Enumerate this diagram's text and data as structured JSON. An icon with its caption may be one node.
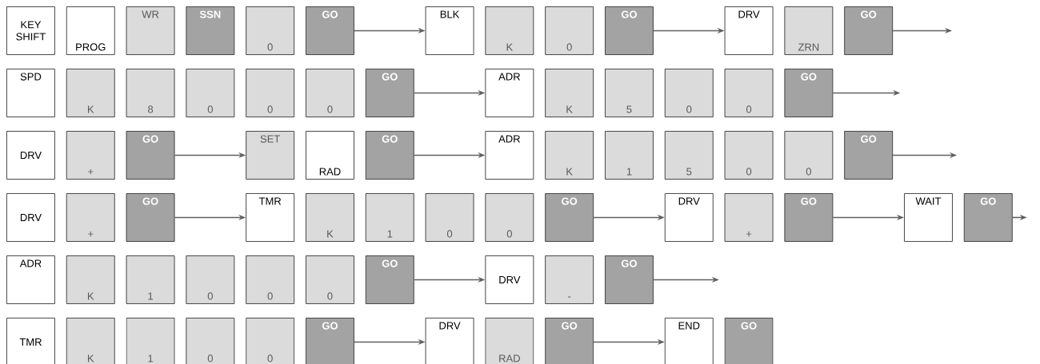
{
  "diagram": {
    "nodes": [
      {
        "text": [
          "KEY SHIFT"
        ]
      },
      {
        "text": [
          "PROG"
        ]
      },
      {
        "text": [
          "WR"
        ]
      },
      {
        "text": [
          "SSN"
        ]
      },
      {
        "text": [
          "0"
        ]
      },
      {
        "text": [
          "GO"
        ]
      },
      {
        "text": [
          "BLK"
        ]
      },
      {
        "text": [
          "K"
        ]
      },
      {
        "text": [
          "0"
        ]
      },
      {
        "text": [
          "GO"
        ]
      },
      {
        "text": [
          "DRV"
        ]
      },
      {
        "text": [
          "ZRN"
        ]
      },
      {
        "text": [
          "GO"
        ]
      },
      {
        "text": [
          "SPD"
        ]
      },
      {
        "text": [
          "K"
        ]
      },
      {
        "text": [
          "8"
        ]
      },
      {
        "text": [
          "0"
        ]
      },
      {
        "text": [
          "0"
        ]
      },
      {
        "text": [
          "0"
        ]
      },
      {
        "text": [
          "GO"
        ]
      },
      {
        "text": [
          "ADR"
        ]
      },
      {
        "text": [
          "K"
        ]
      },
      {
        "text": [
          "5"
        ]
      },
      {
        "text": [
          "0"
        ]
      },
      {
        "text": [
          "0"
        ]
      },
      {
        "text": [
          "GO"
        ]
      },
      {
        "text": [
          "DRV"
        ]
      },
      {
        "text": [
          "+"
        ]
      },
      {
        "text": [
          "GO"
        ]
      },
      {
        "text": [
          "SET"
        ]
      },
      {
        "text": [
          "RAD"
        ]
      },
      {
        "text": [
          "GO"
        ]
      },
      {
        "text": [
          "ADR"
        ]
      },
      {
        "text": [
          "K"
        ]
      },
      {
        "text": [
          "1"
        ]
      },
      {
        "text": [
          "5"
        ]
      },
      {
        "text": [
          "0"
        ]
      },
      {
        "text": [
          "0"
        ]
      },
      {
        "text": [
          "GO"
        ]
      },
      {
        "text": [
          "DRV"
        ]
      },
      {
        "text": [
          "+"
        ]
      },
      {
        "text": [
          "GO"
        ]
      },
      {
        "text": [
          "TMR"
        ]
      },
      {
        "text": [
          "K"
        ]
      },
      {
        "text": [
          "1"
        ]
      },
      {
        "text": [
          "0"
        ]
      },
      {
        "text": [
          "0"
        ]
      },
      {
        "text": [
          "GO"
        ]
      },
      {
        "text": [
          "DRV"
        ]
      },
      {
        "text": [
          "+"
        ]
      },
      {
        "text": [
          "GO"
        ]
      },
      {
        "text": [
          "WAIT"
        ]
      },
      {
        "text": [
          "GO"
        ]
      },
      {
        "text": [
          "ADR"
        ]
      },
      {
        "text": [
          "K"
        ]
      },
      {
        "text": [
          "1"
        ]
      },
      {
        "text": [
          "0"
        ]
      },
      {
        "text": [
          "0"
        ]
      },
      {
        "text": [
          "0"
        ]
      },
      {
        "text": [
          "GO"
        ]
      },
      {
        "text": [
          "DRV"
        ]
      },
      {
        "text": [
          "-"
        ]
      },
      {
        "text": [
          "GO"
        ]
      },
      {
        "text": [
          "TMR"
        ]
      },
      {
        "text": [
          "K"
        ]
      },
      {
        "text": [
          "1"
        ]
      },
      {
        "text": [
          "0"
        ]
      },
      {
        "text": [
          "0"
        ]
      },
      {
        "text": [
          "GO"
        ]
      },
      {
        "text": [
          "DRV"
        ]
      },
      {
        "text": [
          "RAD"
        ]
      },
      {
        "text": [
          "GO"
        ]
      },
      {
        "text": [
          "END"
        ]
      },
      {
        "text": [
          "GO"
        ]
      }
    ],
    "edges": [
      {
        "from": 5,
        "to": 6,
        "arrow": "to"
      },
      {
        "from": 9,
        "to": 10,
        "arrow": "to"
      },
      {
        "from": 12,
        "to": null,
        "arrow": "to"
      },
      {
        "from": 19,
        "to": 20,
        "arrow": "to"
      },
      {
        "from": 25,
        "to": null,
        "arrow": "to"
      },
      {
        "from": 28,
        "to": 29,
        "arrow": "to"
      },
      {
        "from": 31,
        "to": 32,
        "arrow": "to"
      },
      {
        "from": 38,
        "to": null,
        "arrow": "to"
      },
      {
        "from": 41,
        "to": 42,
        "arrow": "to"
      },
      {
        "from": 47,
        "to": 48,
        "arrow": "to"
      },
      {
        "from": 50,
        "to": 51,
        "arrow": "to"
      },
      {
        "from": 52,
        "to": null,
        "arrow": "to"
      },
      {
        "from": 59,
        "to": 60,
        "arrow": "to"
      },
      {
        "from": 62,
        "to": null,
        "arrow": "to"
      },
      {
        "from": 68,
        "to": 69,
        "arrow": "to"
      },
      {
        "from": 71,
        "to": 72,
        "arrow": "to"
      }
    ]
  }
}
